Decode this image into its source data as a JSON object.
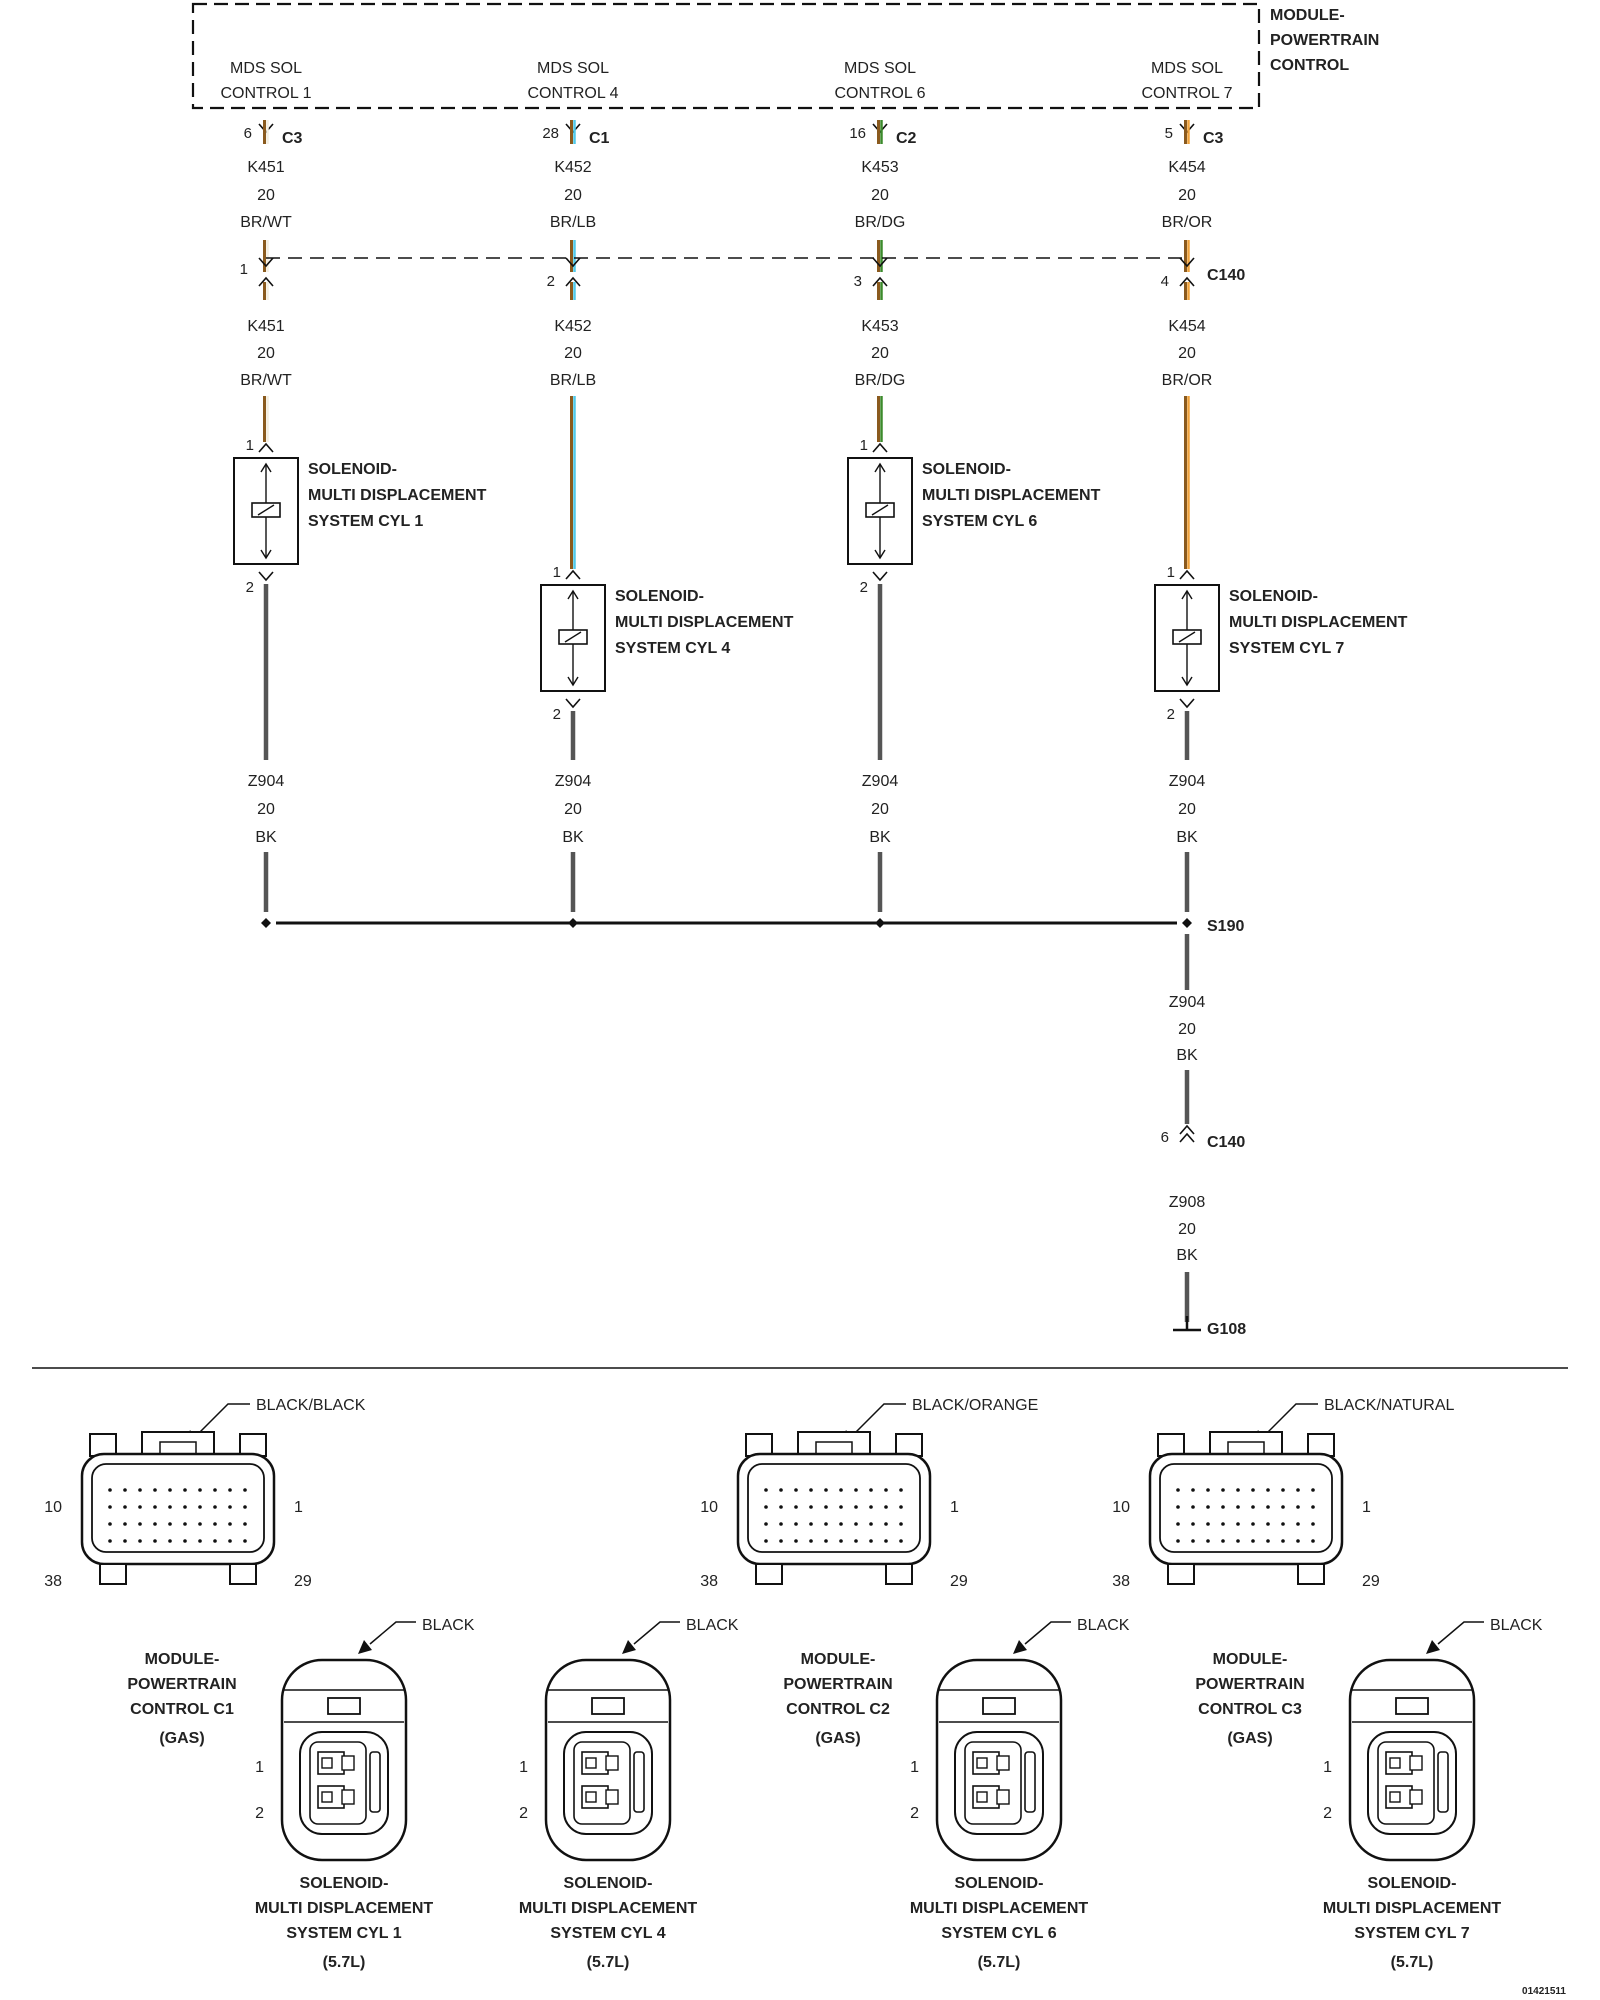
{
  "module": {
    "title_lines": [
      "MODULE-",
      "POWERTRAIN",
      "CONTROL"
    ],
    "pins": [
      {
        "lines": [
          "MDS SOL",
          "CONTROL 1"
        ],
        "pin": "6",
        "connector": "C3"
      },
      {
        "lines": [
          "MDS SOL",
          "CONTROL 4"
        ],
        "pin": "28",
        "connector": "C1"
      },
      {
        "lines": [
          "MDS SOL",
          "CONTROL 6"
        ],
        "pin": "16",
        "connector": "C2"
      },
      {
        "lines": [
          "MDS SOL",
          "CONTROL 7"
        ],
        "pin": "5",
        "connector": "C3"
      }
    ]
  },
  "wires_upper": [
    {
      "circuit": "K451",
      "gauge": "20",
      "color_code": "BR/WT"
    },
    {
      "circuit": "K452",
      "gauge": "20",
      "color_code": "BR/LB"
    },
    {
      "circuit": "K453",
      "gauge": "20",
      "color_code": "BR/DG"
    },
    {
      "circuit": "K454",
      "gauge": "20",
      "color_code": "BR/OR"
    }
  ],
  "inline_c140": {
    "name": "C140",
    "pins": [
      "1",
      "2",
      "3",
      "4"
    ]
  },
  "wires_lower": [
    {
      "circuit": "K451",
      "gauge": "20",
      "color_code": "BR/WT"
    },
    {
      "circuit": "K452",
      "gauge": "20",
      "color_code": "BR/LB"
    },
    {
      "circuit": "K453",
      "gauge": "20",
      "color_code": "BR/DG"
    },
    {
      "circuit": "K454",
      "gauge": "20",
      "color_code": "BR/OR"
    }
  ],
  "solenoids": [
    {
      "lines": [
        "SOLENOID-",
        "MULTI DISPLACEMENT",
        "SYSTEM CYL 1"
      ],
      "pin_top": "1",
      "pin_bottom": "2"
    },
    {
      "lines": [
        "SOLENOID-",
        "MULTI DISPLACEMENT",
        "SYSTEM CYL 4"
      ],
      "pin_top": "1",
      "pin_bottom": "2"
    },
    {
      "lines": [
        "SOLENOID-",
        "MULTI DISPLACEMENT",
        "SYSTEM CYL 6"
      ],
      "pin_top": "1",
      "pin_bottom": "2"
    },
    {
      "lines": [
        "SOLENOID-",
        "MULTI DISPLACEMENT",
        "SYSTEM CYL 7"
      ],
      "pin_top": "1",
      "pin_bottom": "2"
    }
  ],
  "ground_wires": [
    {
      "circuit": "Z904",
      "gauge": "20",
      "color_code": "BK"
    },
    {
      "circuit": "Z904",
      "gauge": "20",
      "color_code": "BK"
    },
    {
      "circuit": "Z904",
      "gauge": "20",
      "color_code": "BK"
    },
    {
      "circuit": "Z904",
      "gauge": "20",
      "color_code": "BK"
    }
  ],
  "splice": "S190",
  "main_ground_wire": {
    "circuit": "Z904",
    "gauge": "20",
    "color_code": "BK"
  },
  "c140_ground": {
    "name": "C140",
    "pin": "6"
  },
  "final_wire": {
    "circuit": "Z908",
    "gauge": "20",
    "color_code": "BK"
  },
  "ground_point": "G108",
  "connector_views": {
    "pcm": [
      {
        "color": "BLACK/BLACK",
        "name_lines": [
          "MODULE-",
          "POWERTRAIN",
          "CONTROL C1",
          "(GAS)"
        ],
        "pins": {
          "tl": "10",
          "tr": "1",
          "bl": "38",
          "br": "29"
        }
      },
      {
        "color": "BLACK/ORANGE",
        "name_lines": [
          "MODULE-",
          "POWERTRAIN",
          "CONTROL C2",
          "(GAS)"
        ],
        "pins": {
          "tl": "10",
          "tr": "1",
          "bl": "38",
          "br": "29"
        }
      },
      {
        "color": "BLACK/NATURAL",
        "name_lines": [
          "MODULE-",
          "POWERTRAIN",
          "CONTROL C3",
          "(GAS)"
        ],
        "pins": {
          "tl": "10",
          "tr": "1",
          "bl": "38",
          "br": "29"
        }
      }
    ],
    "solenoid": [
      {
        "color": "BLACK",
        "name_lines": [
          "SOLENOID-",
          "MULTI DISPLACEMENT",
          "SYSTEM CYL 1",
          "(5.7L)"
        ],
        "pins": [
          "1",
          "2"
        ]
      },
      {
        "color": "BLACK",
        "name_lines": [
          "SOLENOID-",
          "MULTI DISPLACEMENT",
          "SYSTEM CYL 4",
          "(5.7L)"
        ],
        "pins": [
          "1",
          "2"
        ]
      },
      {
        "color": "BLACK",
        "name_lines": [
          "SOLENOID-",
          "MULTI DISPLACEMENT",
          "SYSTEM CYL 6",
          "(5.7L)"
        ],
        "pins": [
          "1",
          "2"
        ]
      },
      {
        "color": "BLACK",
        "name_lines": [
          "SOLENOID-",
          "MULTI DISPLACEMENT",
          "SYSTEM CYL 7",
          "(5.7L)"
        ],
        "pins": [
          "1",
          "2"
        ]
      }
    ]
  },
  "figure_id": "01421511",
  "wire_colors": {
    "BR/WT": [
      "#8a5a1e",
      "#f3eee0"
    ],
    "BR/LB": [
      "#8a5a1e",
      "#4fc9e8"
    ],
    "BR/DG": [
      "#8a5a1e",
      "#3c8a2c"
    ],
    "BR/OR": [
      "#8a5a1e",
      "#f0a23a"
    ],
    "BK": "#555555"
  }
}
